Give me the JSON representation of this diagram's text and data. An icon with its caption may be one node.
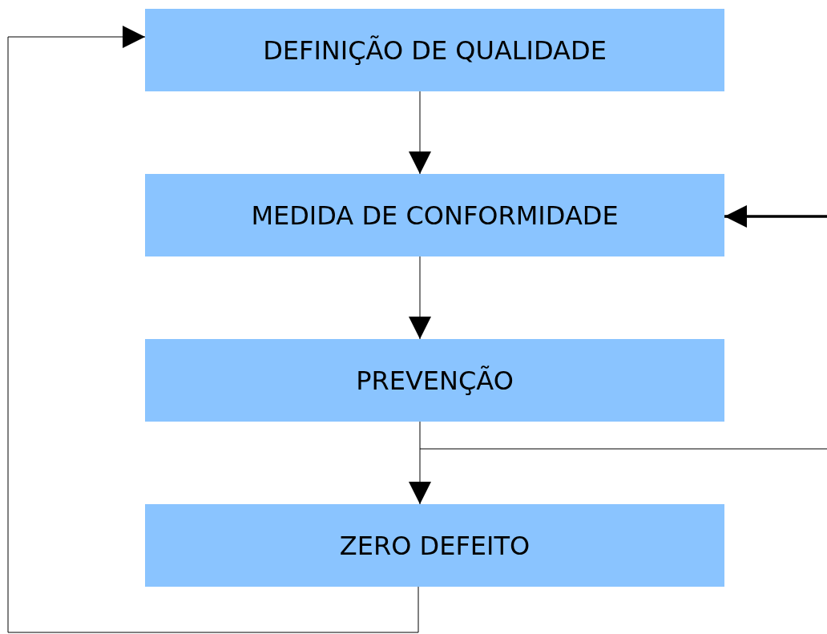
{
  "diagram": {
    "nodes": [
      {
        "text": [
          "DEFINIÇÃO DE QUALIDADE"
        ]
      },
      {
        "text": [
          "MEDIDA DE CONFORMIDADE"
        ]
      },
      {
        "text": [
          "PREVENÇÃO"
        ]
      },
      {
        "text": [
          "ZERO DEFEITO"
        ]
      }
    ],
    "edges": [
      {
        "from": 0,
        "to": 1,
        "arrow": "to"
      },
      {
        "from": 1,
        "to": 2,
        "arrow": "to"
      },
      {
        "from": 2,
        "to": 3,
        "arrow": "to"
      },
      {
        "from": 3,
        "to": 0,
        "arrow": "to"
      },
      {
        "from": null,
        "to": 1,
        "arrow": "to",
        "style": "thick"
      },
      {
        "from": 2,
        "to": null,
        "arrow": "none"
      }
    ]
  }
}
